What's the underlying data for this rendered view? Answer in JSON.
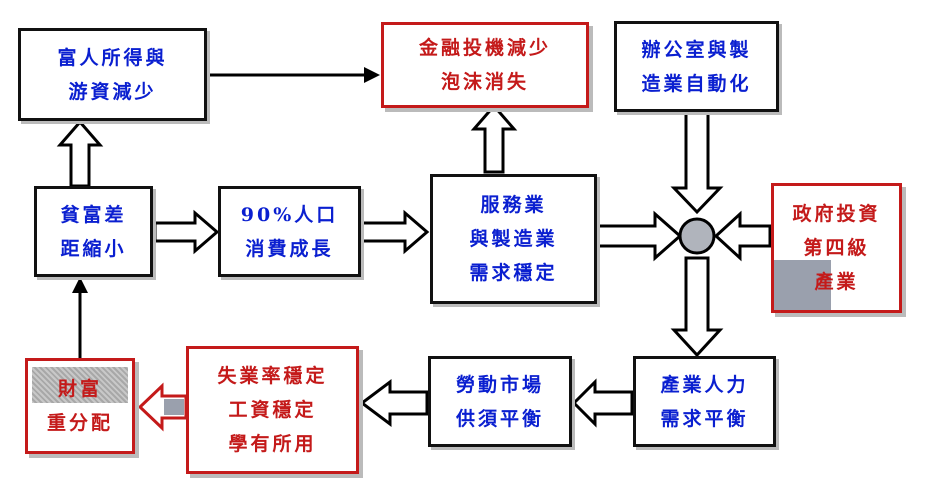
{
  "diagram": {
    "nodes": {
      "wealthy_income": {
        "lines": [
          "富人所得與",
          "游資減少"
        ]
      },
      "finance_speculation": {
        "lines": [
          "金融投機減少",
          "泡沫消失"
        ]
      },
      "office_automation": {
        "lines": [
          "辦公室與製",
          "造業自動化"
        ]
      },
      "wealth_gap": {
        "lines": [
          "貧富差",
          "距縮小"
        ]
      },
      "population_growth": {
        "lines": [
          "90%人口",
          "消費成長"
        ]
      },
      "service_demand": {
        "lines": [
          "服務業",
          "與製造業",
          "需求穩定"
        ]
      },
      "gov_investment": {
        "lines": [
          "政府投資",
          "第四級",
          "產業"
        ]
      },
      "redistribution": {
        "lines": [
          "財富",
          "重分配"
        ]
      },
      "employment": {
        "lines": [
          "失業率穩定",
          "工資穩定",
          "學有所用"
        ]
      },
      "labor_market": {
        "lines": [
          "勞動市場",
          "供須平衡"
        ]
      },
      "industry_manpower": {
        "lines": [
          "產業人力",
          "需求平衡"
        ]
      }
    },
    "colors": {
      "blue_text": "#0a1fd0",
      "red_text": "#c41a1a",
      "border": "#111111",
      "hub_fill": "#b0b4bc"
    }
  }
}
